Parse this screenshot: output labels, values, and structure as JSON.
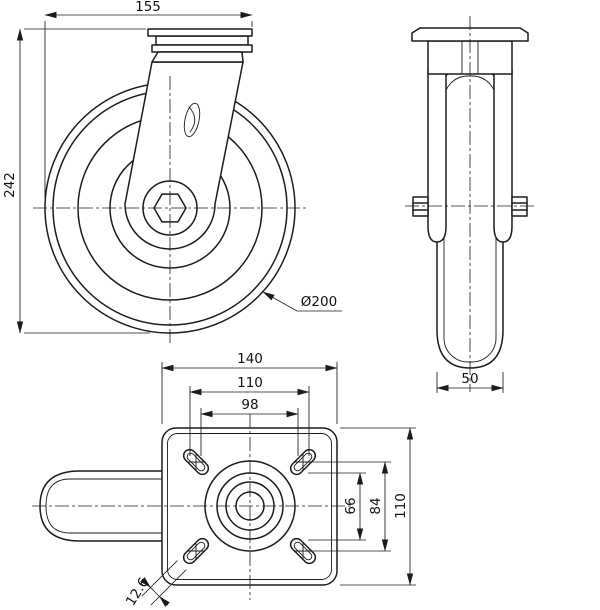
{
  "drawing": {
    "background": "#ffffff",
    "line_color": "#1c1c1c",
    "side_view": {
      "dim_offset_width": "155",
      "dim_total_height": "242",
      "dim_wheel_diameter": "Ø200"
    },
    "front_view": {
      "dim_wheel_width": "50"
    },
    "plate_view": {
      "dim_plate_length": "140",
      "dim_bolt_pitch_a": "110",
      "dim_bolt_pitch_b": "98",
      "dim_bolt_pitch_c": "66",
      "dim_bolt_pitch_d": "84",
      "dim_plate_width": "110",
      "dim_slot_width": "12.6"
    }
  }
}
